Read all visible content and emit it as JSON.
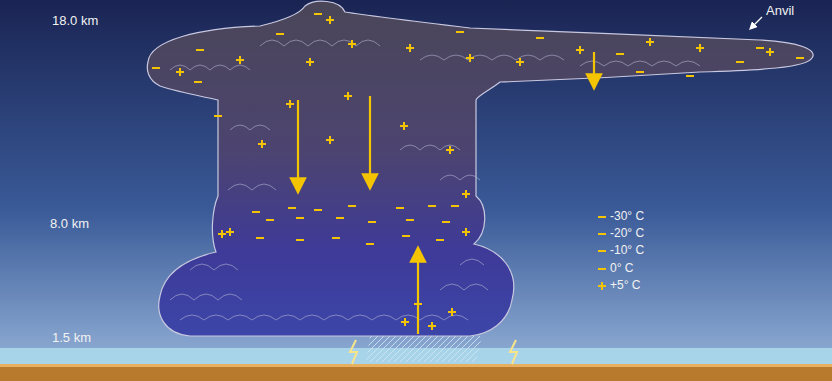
{
  "diagram": {
    "labels": [
      "18.0 km",
      "Anvil",
      "8.0 km",
      "-30° C",
      "-20° C",
      "-10° C",
      "0° C",
      "+5° C",
      "1.5 km"
    ]
  }
}
